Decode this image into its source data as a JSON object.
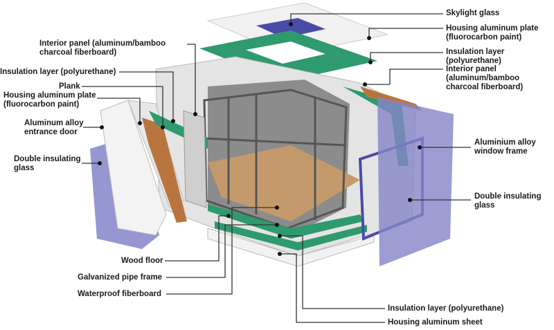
{
  "labels": {
    "skylight_glass": "Skylight glass",
    "roof_housing_plate": "Housing aluminum plate\n(fluorocarbon paint)",
    "roof_insulation": "Insulation layer\n(polyurethane)",
    "right_interior_panel": "Interior panel\n(aluminum/bamboo\ncharcoal fiberboard)",
    "window_frame": "Aluminium alloy\nwindow frame",
    "right_double_glass": "Double insulating\nglass",
    "bottom_insulation": "Insulation layer (polyurethane)",
    "housing_sheet": "Housing aluminum sheet",
    "wood_floor": "Wood floor",
    "pipe_frame": "Galvanized pipe frame",
    "waterproof_board": "Waterproof fiberboard",
    "left_interior_panel": "Interior panel (aluminum/bamboo\ncharcoal fiberboard)",
    "left_insulation": "Insulation layer (polyurethane)",
    "plank": "Plank",
    "left_housing_plate": "Housing aluminum plate\n(fluorocarbon paint)",
    "entrance_door": "Aluminum alloy\nentrance door",
    "left_double_glass": "Double insulating\nglass"
  },
  "colors": {
    "glass": "#7f80c4",
    "insulation": "#2e9a6e",
    "plank": "#b8763e",
    "housing": "#eeeeee",
    "frame": "#6b6b6b",
    "floor": "#c49a6c",
    "leader": "#333333"
  }
}
